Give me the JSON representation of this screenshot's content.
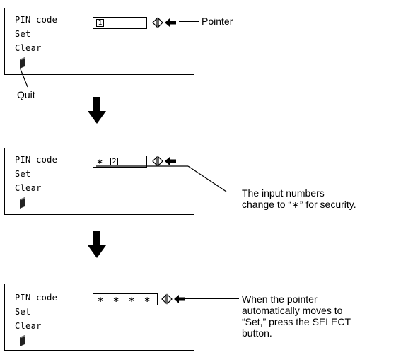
{
  "menu": {
    "pin_code_label": "PIN code",
    "set_label": "Set",
    "clear_label": "Clear"
  },
  "steps": [
    {
      "field_digit": "1"
    },
    {
      "field_mask": "∗",
      "field_digit": "2"
    },
    {
      "field_masks": [
        "∗",
        "∗",
        "∗",
        "∗"
      ]
    }
  ],
  "callouts": {
    "pointer": "Pointer",
    "quit": "Quit",
    "input_numbers_line1": "The input numbers",
    "input_numbers_line2": "change to “∗” for security.",
    "set_line1": "When the pointer",
    "set_line2": "automatically moves to",
    "set_line3": "“Set,” press the SELECT",
    "set_line4": "button."
  },
  "icons": {
    "quit": "door-icon",
    "adjust": "left-right-triangle-icon",
    "pointer": "pointer-arrow-icon",
    "step": "down-arrow-icon"
  }
}
